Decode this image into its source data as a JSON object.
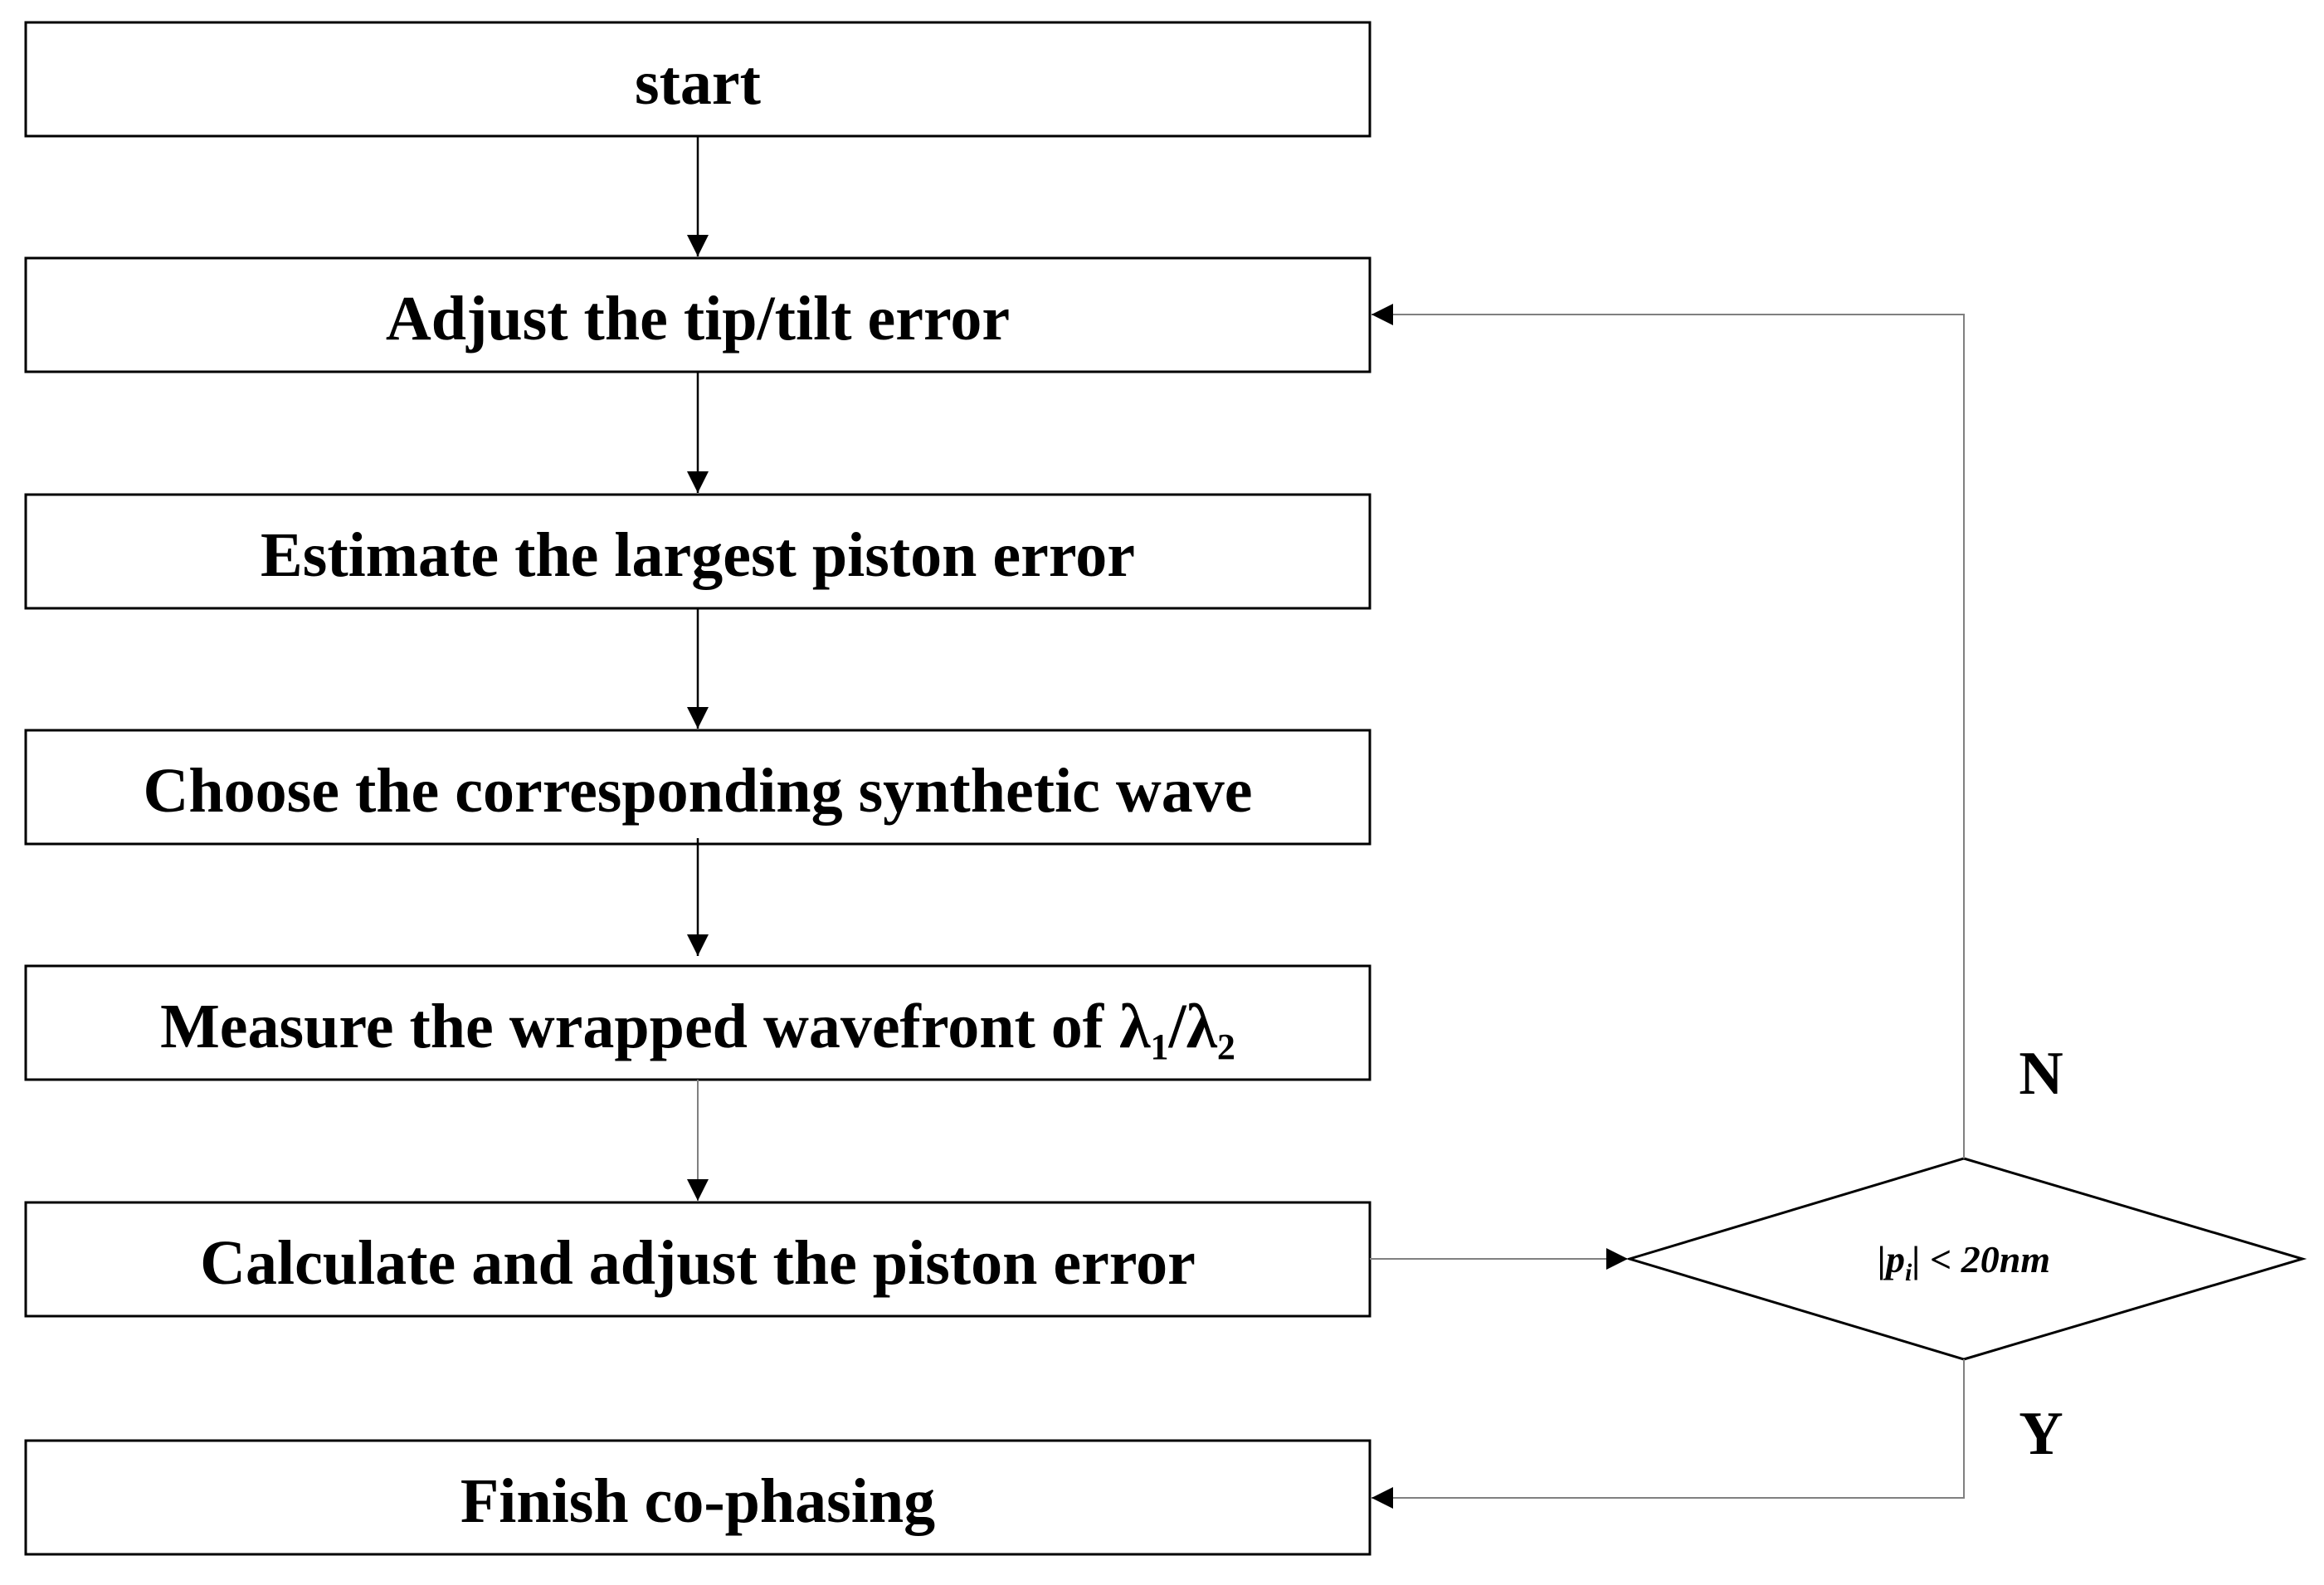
{
  "steps": [
    {
      "id": "start",
      "label": "start"
    },
    {
      "id": "tiptilt",
      "label": "Adjust the tip/tilt error"
    },
    {
      "id": "estimate",
      "label": "Estimate the largest piston error"
    },
    {
      "id": "choose",
      "label": "Choose the corresponding synthetic wave"
    },
    {
      "id": "measure",
      "label": "Measure the wrapped wavefront of ",
      "lambda1": "λ",
      "sub1": "1",
      "slash": "/",
      "lambda2": "λ",
      "sub2": "2"
    },
    {
      "id": "calculate",
      "label": "Calculate and adjust the piston error"
    },
    {
      "id": "finish",
      "label": "Finish co-phasing"
    }
  ],
  "decision": {
    "condition_left": "|p",
    "condition_sub": "i",
    "condition_right": "| < 20nm",
    "no_label": "N",
    "yes_label": "Y"
  },
  "colors": {
    "stroke": "#000000",
    "connector": "#808080",
    "background": "#ffffff"
  }
}
